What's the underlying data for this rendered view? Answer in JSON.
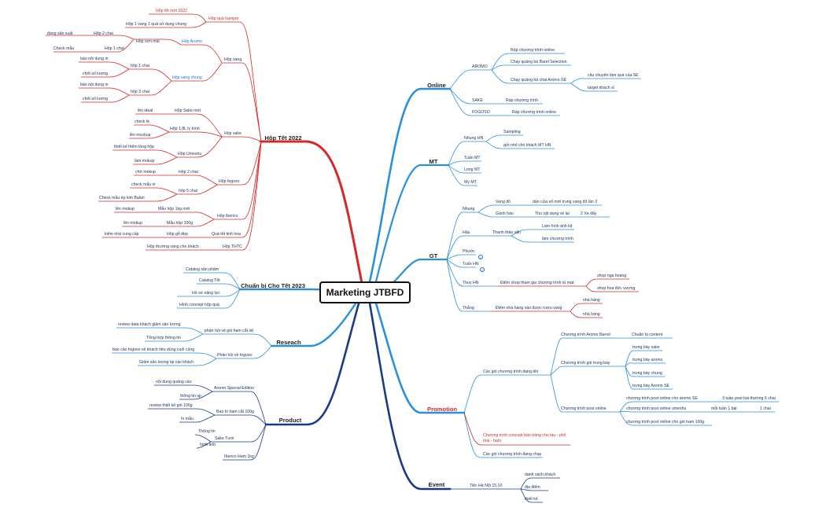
{
  "root": {
    "title": "Marketing  JTBFD"
  },
  "branches": {
    "hop_tet": "Hộp Tết 2022",
    "chuan_bi": "Chuẩn bị Cho Tết 2023",
    "research": "Reseach",
    "product": "Product",
    "online": "Online",
    "mt": "MT",
    "gt": "GT",
    "promotion": "Promotion",
    "event": "Event"
  },
  "nodes": {
    "hop_qua_hamper": "Hộp quà hamper",
    "hop_tet_moi_2022": "Hộp tết mới 2022",
    "hop_1_vang": "Hộp 1 vang 1 quả sử dụng chung",
    "hop_vang": "Hộp vang",
    "hop_aromo": "Hộp Aromo",
    "hop_son_mai": "Hộp sơn mài",
    "hop_2_chai_a": "Hộp 2 chai",
    "dang_san_xuat": "đang sản xuất",
    "hop_1_chai_a": "Hộp 1 chai",
    "check_mau_a": "Check mẫu",
    "hop_vang_chung": "Hộp vang chung",
    "hop_1_chai_b": "hộp 1 chai",
    "bao_noi_dung_in_a": "báo nội dung in",
    "chot_so_luong_a": "chốt số lượng",
    "hop_3_chai": "hộp 3 chai",
    "bao_noi_dung_in_b": "báo nội dung in",
    "chot_so_luong_b": "chốt số lượng",
    "hop_sake": "Hộp sake",
    "hop_sake_moi": "Hộp Sake mới",
    "len_ideal": "lên ideal",
    "hop_18l": "Hộp 1.8L ly bình",
    "check_tk": "check tk",
    "len_mockup_a": "lên mockup",
    "hop_umeshu": "Hộp Umeshu",
    "thiet_ke_them_long_hop": "thiết kế thêm lòng hộp",
    "lam_mokup": "làm mokup",
    "hop_fogoso": "Hộp fogoso",
    "hop_2_chai_b": "Hộp 2 chai",
    "cho_mokup": "chờ mokup",
    "hop_5_chai": "hộp 5 chai",
    "check_mau_in": "check mẫu in",
    "check_mau_ep_kim": "Check mẫu ép kim Balan",
    "hop_iberico": "Hộp  Iberico",
    "mau_hop_1kg": "Mẫu  hộp  1kg  mới",
    "len_mokup_b": "lên mokup",
    "mau_hop_100g": "Mẫu  hộp 100g",
    "len_mokup_c": "lên mokup",
    "qua_tet_tinh_hoa": "Quà tết tinh hoa",
    "hop_go_dep": "Hộp gỗ đẹp",
    "kiem_nha_cung_cap": "kiếm  nhà  cung  cấp",
    "hop_thtc": "Hộp THTC",
    "hop_thuong_vang": "Hộp thường vàng cho khách",
    "catalog_san_pham": "Catalog sản phẩm",
    "catalog_tet": "Catalog Tết",
    "ho_so_nang_luc": "Hồ sơ năng lực",
    "hinh_concept": "Hình concept hộp quà",
    "phan_hoi_ham": "phản hồi về gói ham cắt lát",
    "review_data": "review data khách giảm sản lượng",
    "tong_hop": "Tổng  hợp thông tin",
    "phan_hoi_fogoso": "Phản hồi về fogoso",
    "bao_cao_fogoso": "báo cáo fogoso về khách tiêu dùng cuối cùng",
    "giam_san_luong": "Giảm sản lượng tại các khách",
    "aromo_special": "Aromo Special Edition",
    "noi_dung_qc": "nội dung quảng cáo",
    "thong_tin_sp": "thông tin sp",
    "bao_bi_ham": "Bao bì ham cắt 100g",
    "review_tk": "review thiết kế gói 100g",
    "in_mau": "In mẫu",
    "sake_tuoi": "Sake Tươi",
    "thong_tin": "Thông tin",
    "hinh_anh": "hình ảnh",
    "iberico_ham": "Iberico Ham 1kg",
    "aromo": "AROMO",
    "rap_online_a": "Ráp chương trình online",
    "chay_barrel": "Chạy  quảng bá Barel Selection",
    "chay_aromo_se": "Chạy quảng bá chai Aromo SE",
    "cau_chuyen": "câu chuyện làm quà của SE",
    "target_khach": "target khách sỉ",
    "sake": "SAKE",
    "rap_ct": "Ráp chương trình",
    "fogoso": "FOGOSO",
    "rap_online_b": "Ráp chương trình online",
    "nhung_hn": "Nhung HN",
    "sampling": "Sampling",
    "goi_nho": "gửi nhỏ cho khách MT HN",
    "tuan_mt": "Tuấn MT",
    "long_mt": "Long MT",
    "my_mt": "My MT",
    "nhung": "Nhung",
    "vang_do": "Vang đỏ",
    "dan_cua_so": "dán cửa sổ mới trung vang đỏ lần 3",
    "ganh_hao": "Gành hào",
    "thu_vat_dung": "Thu vật dụng về lại",
    "hai_xe_day": "2 Xe đẩy",
    "hau": "Hậu",
    "thanh_thao_van": "Thanh thảo văn",
    "lam_hinh_anh": "Làm hình ảnh kệ",
    "lam_chuong_trinh": "làm chương trình",
    "phuoc": "Phước",
    "tuan_hn": "Tuấn HN",
    "thuy_hn": "Thuy HN",
    "diem_shop": "Điểm shop tham gia chương trình tủ mat",
    "shop_nga": "shop nga hoàng",
    "shop_hoa": "shop hoa đức vượng",
    "thang": "Thắng",
    "diem_nha_hang": "Điểm nhà hàng vào được rượu vang",
    "nha_hang_a": "nhà hàng",
    "nha_hang_b": "nhà hàng",
    "cac_goi_dang_len": "Các gói chương trình đang lên",
    "ct_aromo_barrel": "Chương trình Aromo Barrel",
    "chuan_bi_content": "Chuẩn bị content",
    "ct_goi_trung_bay": "Chương trình gói trung bày",
    "tb_sake": "trưng bày sake",
    "tb_aromo": "trưng bày aromo",
    "tb_chung": "trưng bày chung",
    "tb_aromo_se": "trưng bày Aromo SE",
    "ct_post_online": "Chương trình post online",
    "post_aromo_se": "chương trình post online cho aromo SE",
    "ba_tuan": "3 tuần post bài thường 6 chai",
    "post_umeshu": "chương trình post online umeshu",
    "moi_tuan": "mỗi tuần 1 bài",
    "mot_chai": "1 chai",
    "post_ham": "chương trình post online cho gói ham 100g",
    "ct_concept_ban_hang": "Chương trình concept bán hàng cho tàu - phô mai - ham",
    "cac_goi_dang_chay": "Các gói chương trình đang chạy",
    "tiec_ha_noi": "Tiệc Hà Nội 15.10",
    "danh_sach_khach": "danh sách khách",
    "dia_diem": "địa điểm",
    "thiet_ke": "thiết kế"
  },
  "badges": {
    "phuoc": "1",
    "tuan_hn": "1"
  },
  "colors": {
    "red": "#d62828",
    "blue": "#2b8fe0",
    "navy": "#1a3a8a",
    "node_red": "#cc2b2b",
    "node_blue": "#1f6fd1"
  }
}
